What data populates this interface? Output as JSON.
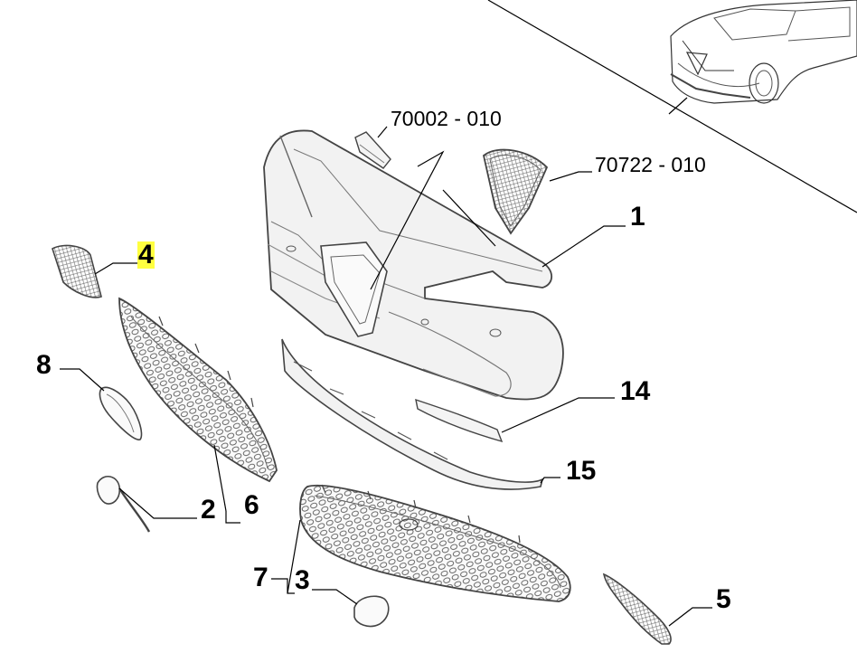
{
  "diagram": {
    "part_labels": {
      "p1": "1",
      "p2": "2",
      "p3": "3",
      "p4": "4",
      "p5": "5",
      "p6": "6",
      "p7": "7",
      "p8": "8",
      "p14": "14",
      "p15": "15"
    },
    "reference_codes": {
      "ref_upper": "70002 - 010",
      "ref_grille": "70722 - 010"
    },
    "highlighted_label": "4",
    "highlight_color": "#ffff40",
    "line_color": "#000000",
    "part_stroke_color": "#444444",
    "part_fill_color": "#f2f2f2"
  }
}
